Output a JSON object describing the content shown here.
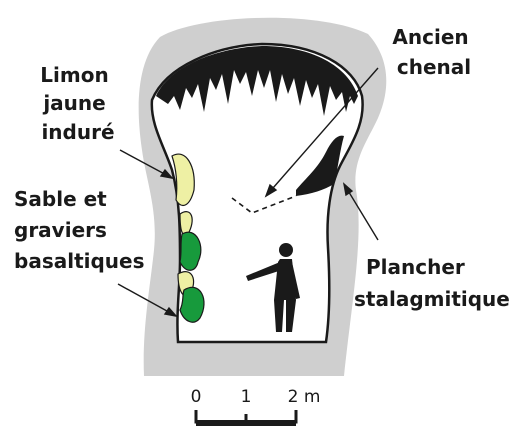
{
  "labels": {
    "limon": [
      "Limon",
      "jaune",
      "induré"
    ],
    "sable": [
      "Sable et",
      "graviers",
      "basaltiques"
    ],
    "ancien": [
      "Ancien",
      "chenal"
    ],
    "plancher": [
      "Plancher",
      "stalagmitique"
    ]
  },
  "scale": {
    "ticks": [
      "0",
      "1",
      "2 m"
    ]
  },
  "colors": {
    "rock": "#cfcfcf",
    "outline": "#1a1a1a",
    "limon": "#eef0a4",
    "sable": "#179a3c",
    "stalactite": "#1a1a1a"
  },
  "icons": {
    "person": "person-silhouette-icon"
  }
}
